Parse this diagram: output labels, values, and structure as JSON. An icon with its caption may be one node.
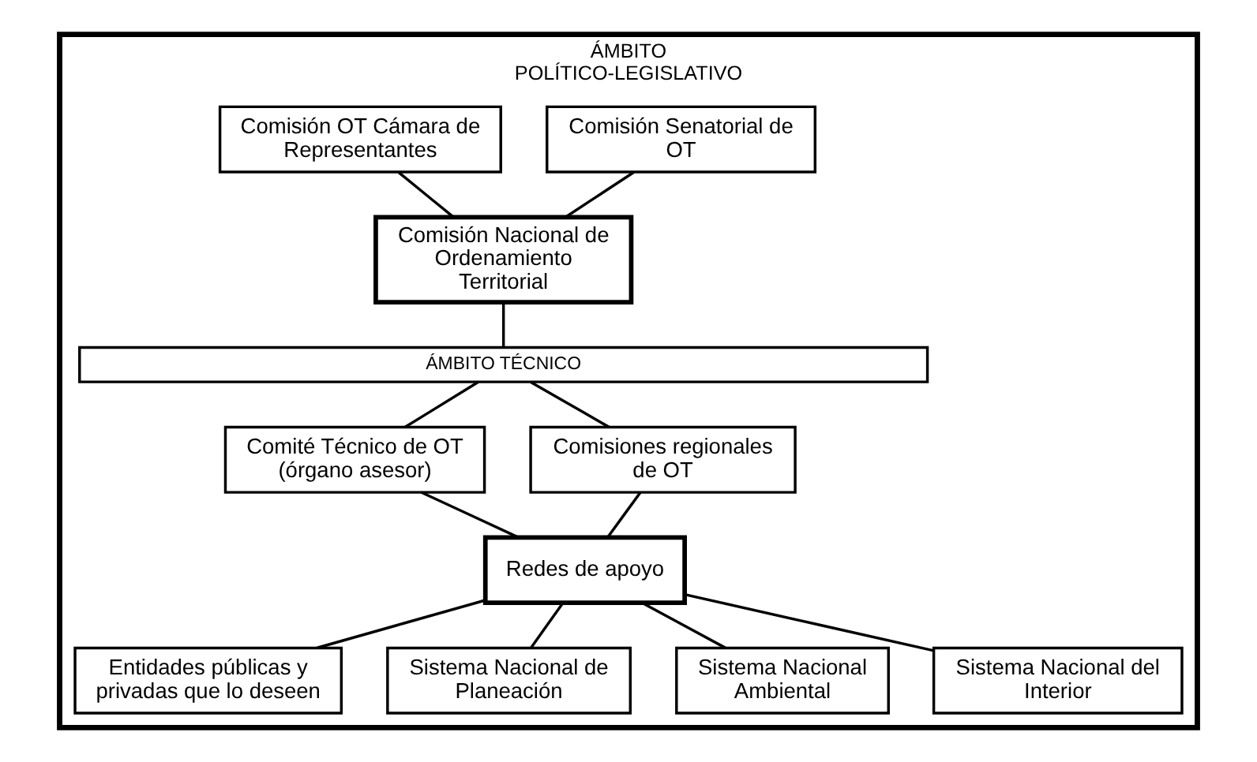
{
  "diagram": {
    "nodes": [
      {
        "text": [
          "ÁMBITO POLÍTICO-LEGISLATIVO"
        ]
      },
      {
        "text": [
          "Comisión Senatorial de OT"
        ],
        "in": 0
      },
      {
        "text": [
          "Comisión OT Cámara de Representantes"
        ],
        "in": 0
      },
      {
        "text": [
          "Comisión Nacional de Ordenamiento Territorial"
        ],
        "in": 0
      },
      {
        "text": [
          "ÁMBITO TÉCNICO"
        ],
        "in": 0
      },
      {
        "text": [
          "Comité Técnico de OT (órgano asesor)"
        ],
        "in": 0
      },
      {
        "text": [
          "Comisiones regionales de OT"
        ],
        "in": 0
      },
      {
        "text": [
          "Redes de apoyo"
        ],
        "in": 0
      },
      {
        "text": [
          "Entidades públicas y privadas que lo deseen"
        ],
        "in": 0
      },
      {
        "text": [
          "Sistema Nacional de Planeación"
        ],
        "in": 0
      },
      {
        "text": [
          "Sistema Nacional Ambiental"
        ],
        "in": 0
      },
      {
        "text": [
          "Sistema Nacional del Interior"
        ],
        "in": 0
      }
    ],
    "edges": [
      {
        "from": 1,
        "to": 3,
        "arrow": "none"
      },
      {
        "from": 2,
        "to": 3,
        "arrow": "none"
      },
      {
        "from": 3,
        "to": 4,
        "arrow": "none"
      },
      {
        "from": 4,
        "to": 5,
        "arrow": "none"
      },
      {
        "from": 4,
        "to": 6,
        "arrow": "none"
      },
      {
        "from": 5,
        "to": 7,
        "arrow": "none"
      },
      {
        "from": 6,
        "to": 7,
        "arrow": "none"
      },
      {
        "from": 7,
        "to": 8,
        "arrow": "none"
      },
      {
        "from": 7,
        "to": 9,
        "arrow": "none"
      },
      {
        "from": 7,
        "to": 10,
        "arrow": "none"
      },
      {
        "from": 7,
        "to": 11,
        "arrow": "none"
      }
    ]
  }
}
